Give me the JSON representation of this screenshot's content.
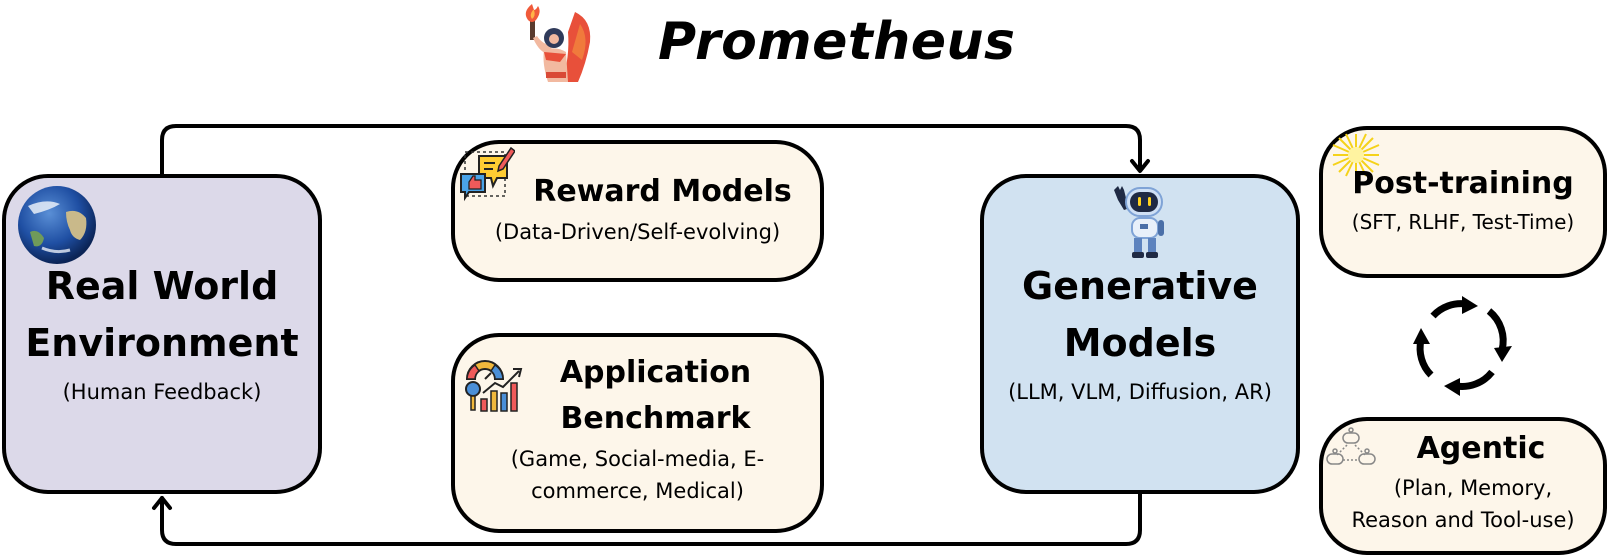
{
  "title": {
    "text": "Prometheus",
    "icon": "prometheus-torch-icon"
  },
  "nodes": {
    "environment": {
      "title_line1": "Real World",
      "title_line2": "Environment",
      "subtitle": "(Human Feedback)",
      "icon": "earth-globe-icon",
      "color": "#dcd9e9"
    },
    "reward_models": {
      "title": "Reward Models",
      "subtitle": "(Data-Driven/Self-evolving)",
      "icon": "feedback-thumbs-up-icon",
      "color": "#fdf6ea"
    },
    "benchmark": {
      "title_line1": "Application",
      "title_line2": "Benchmark",
      "subtitle_line1": "(Game, Social-media, E-",
      "subtitle_line2": "commerce, Medical)",
      "icon": "gauge-chart-icon",
      "color": "#fdf6ea"
    },
    "generative": {
      "title_line1": "Generative",
      "title_line2": "Models",
      "subtitle": "(LLM, VLM, Diffusion, AR)",
      "icon": "waving-robot-icon",
      "color": "#d1e2f1"
    },
    "post_training": {
      "title": "Post-training",
      "subtitle": "(SFT, RLHF, Test-Time)",
      "icon": "sparkle-icon",
      "color": "#fdf6ea"
    },
    "agentic": {
      "title": "Agentic",
      "subtitle_line1": "(Plan, Memory,",
      "subtitle_line2": "Reason and Tool-use)",
      "icon": "multi-agent-network-icon",
      "color": "#fdf6ea"
    }
  },
  "edges": [
    {
      "from": "environment",
      "to": "generative",
      "route": "top"
    },
    {
      "from": "generative",
      "to": "environment",
      "route": "bottom"
    },
    {
      "from": "post_training",
      "to": "agentic",
      "route": "cycle"
    }
  ]
}
